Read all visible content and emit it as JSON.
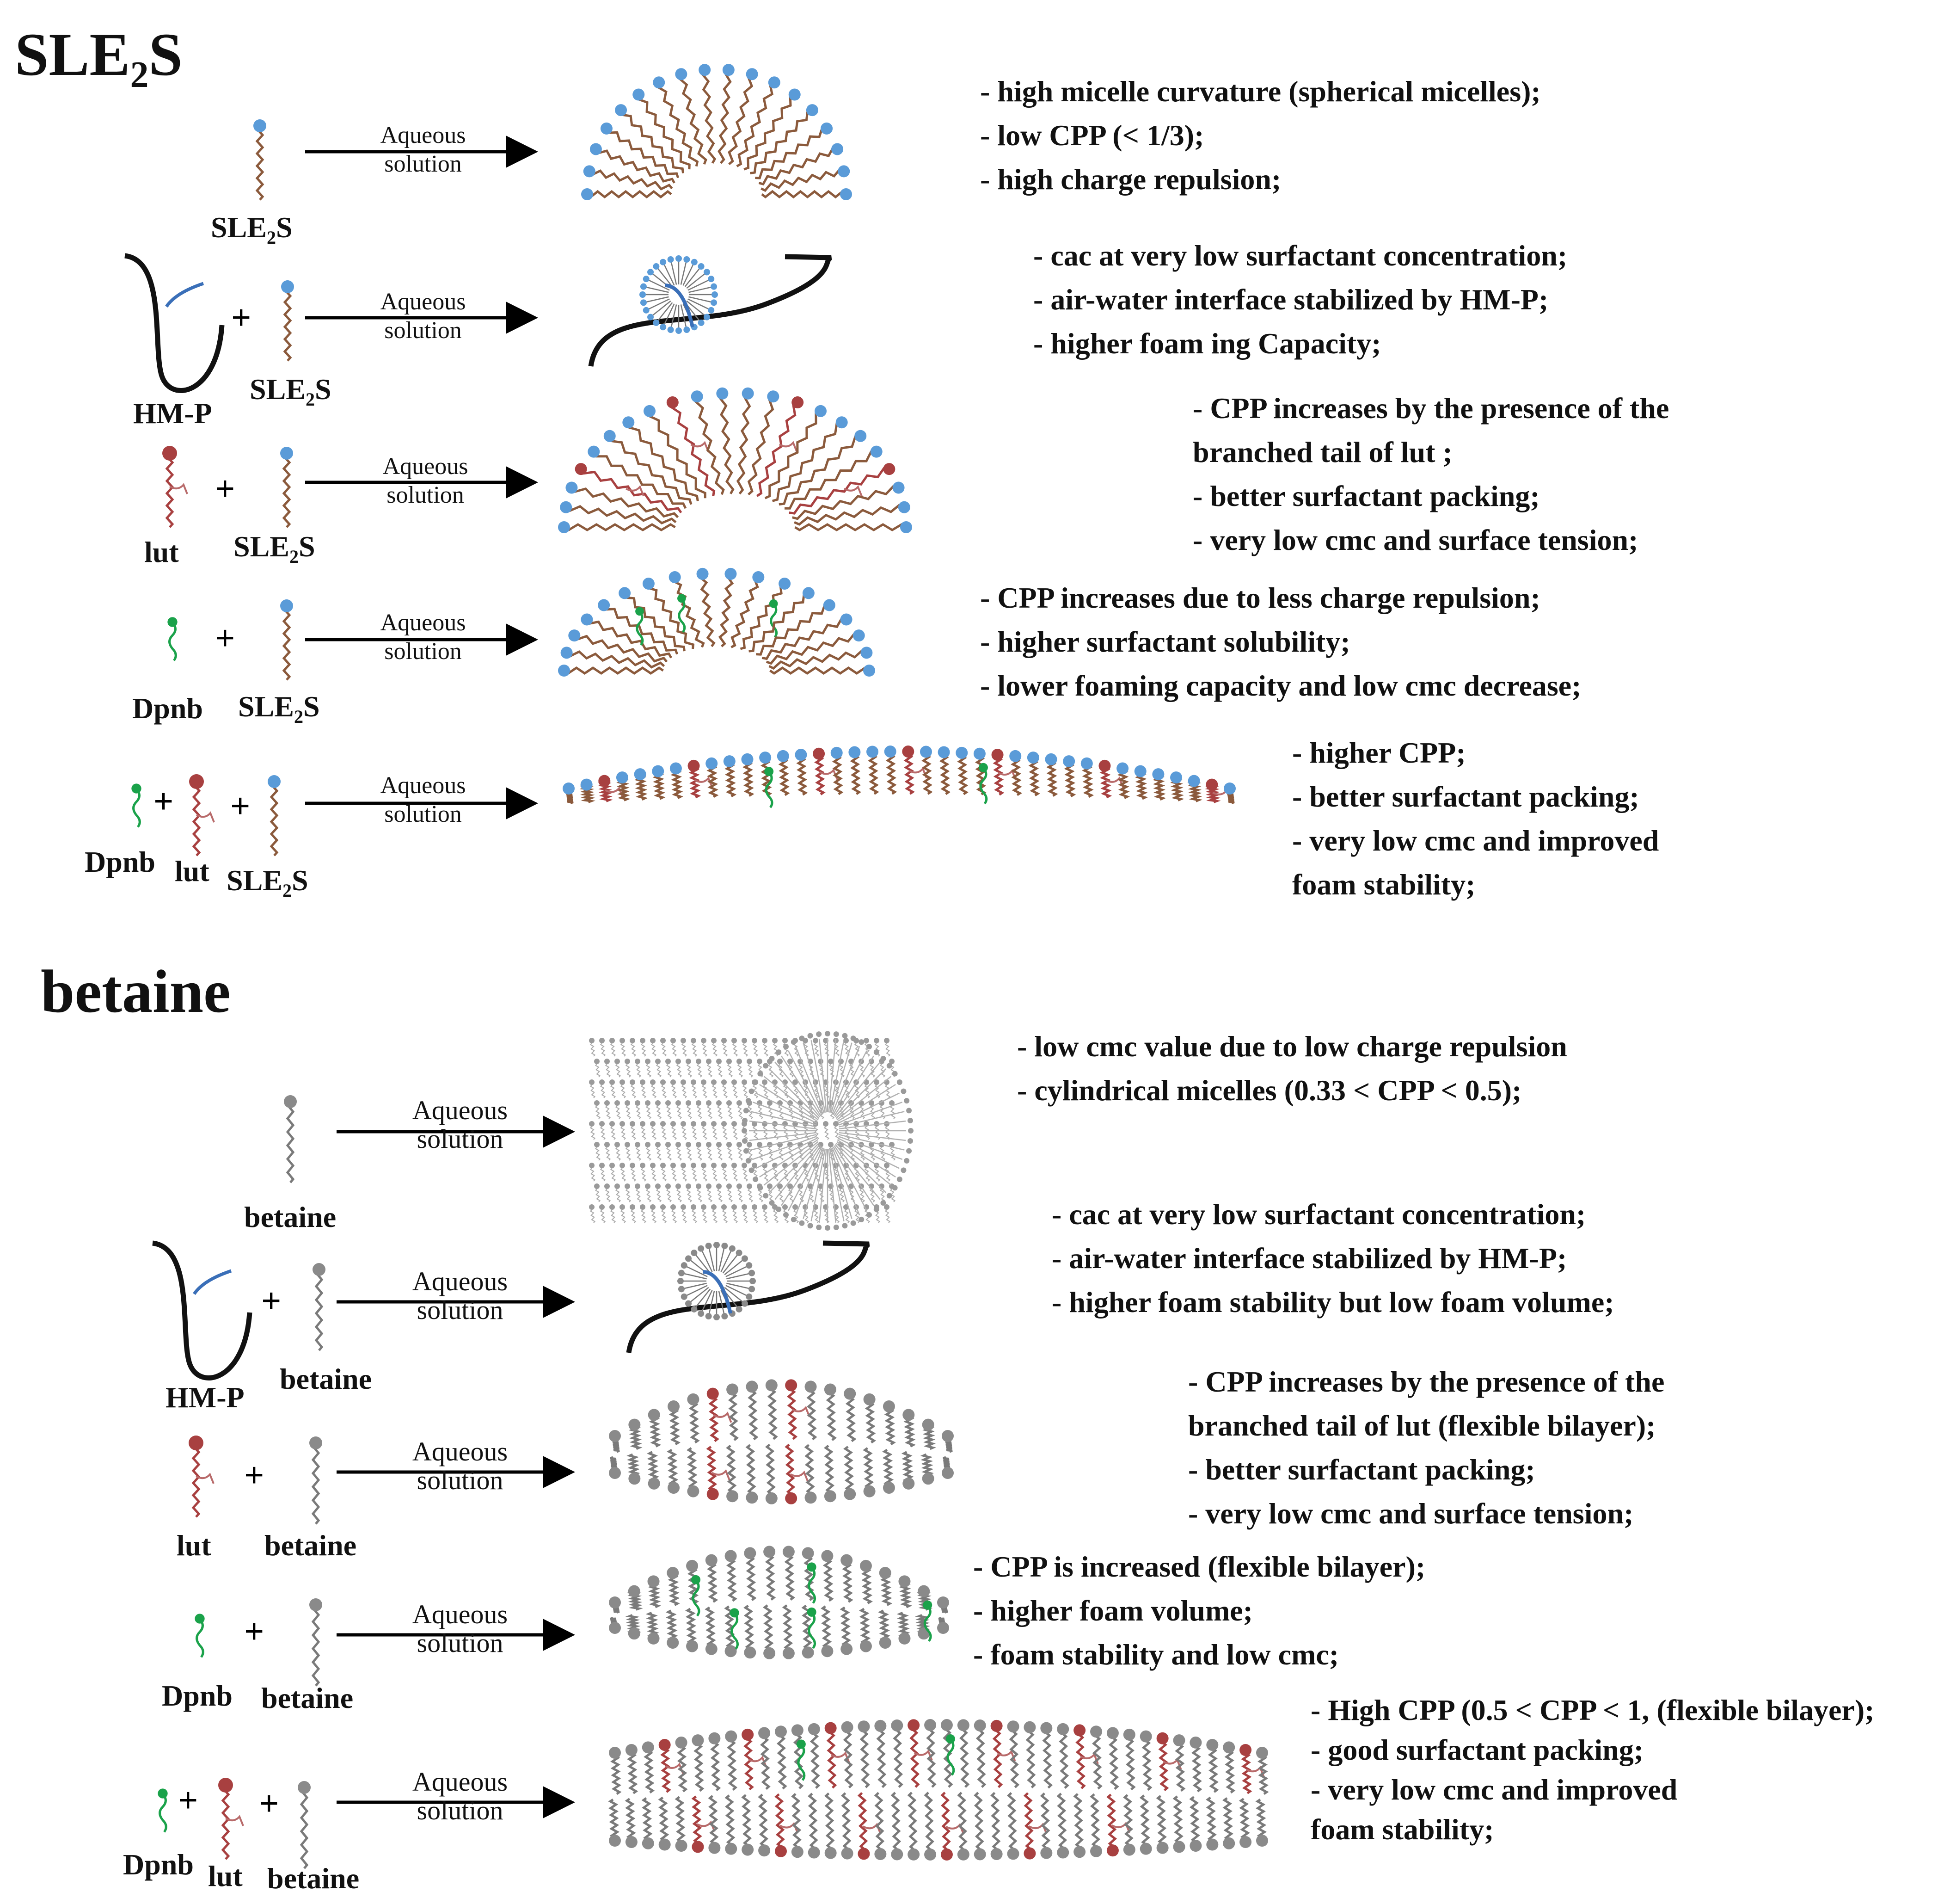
{
  "sections": [
    {
      "title_main": "SLE",
      "title_sub": "2",
      "title_end": "S",
      "rows": [
        {
          "labels": [
            {
              "main": "SLE",
              "sub": "2",
              "end": "S"
            }
          ],
          "arrow": {
            "line1": "Aqueous",
            "line2": "solution"
          },
          "desc": [
            "- high  micelle  curvature (spherical micelles);",
            "- low CPP  (< 1/3);",
            "- high charge repulsion;"
          ]
        },
        {
          "labels": [
            {
              "main": "HM-P",
              "sub": "",
              "end": ""
            },
            {
              "main": "SLE",
              "sub": "2",
              "end": "S"
            }
          ],
          "plus": "+",
          "arrow": {
            "line1": "Aqueous",
            "line2": "solution"
          },
          "desc": [
            "- cac at very low   surfactant  concentration;",
            "- air-water interface   stabilized by HM-P;",
            "- higher foam ing  Capacity;"
          ]
        },
        {
          "labels": [
            {
              "main": "lut",
              "sub": "",
              "end": ""
            },
            {
              "main": "SLE",
              "sub": "2",
              "end": "S"
            }
          ],
          "plus": "+",
          "arrow": {
            "line1": "Aqueous",
            "line2": "solution"
          },
          "desc": [
            "- CPP increases  by  the presence of   the",
            "branched   tail  of lut ;",
            "- better surfactant packing;",
            "- very  low cmc and surface tension;"
          ]
        },
        {
          "labels": [
            {
              "main": "Dpnb",
              "sub": "",
              "end": ""
            },
            {
              "main": "SLE",
              "sub": "2",
              "end": "S"
            }
          ],
          "plus": "+",
          "arrow": {
            "line1": "Aqueous",
            "line2": "solution"
          },
          "desc": [
            "- CPP  increases  due to less charge repulsion;",
            "- higher surfactant solubility;",
            "- lower foaming capacity and   low  cmc decrease;"
          ]
        },
        {
          "labels": [
            {
              "main": "Dpnb",
              "sub": "",
              "end": ""
            },
            {
              "main": "lut",
              "sub": "",
              "end": ""
            },
            {
              "main": "SLE",
              "sub": "2",
              "end": "S"
            }
          ],
          "plus": "+",
          "arrow": {
            "line1": "Aqueous",
            "line2": "solution"
          },
          "desc": [
            "- higher  CPP;",
            "- better surfactant packing;",
            "- very low cmc and improved",
            "foam stability;"
          ]
        }
      ]
    },
    {
      "title_main": "betaine",
      "rows": [
        {
          "labels": [
            {
              "main": "betaine"
            }
          ],
          "arrow": {
            "line1": "Aqueous",
            "line2": "solution"
          },
          "desc": [
            "- low cmc value due to low charge repulsion",
            "- cylindrical micelles (0.33 < CPP < 0.5);"
          ]
        },
        {
          "labels": [
            {
              "main": "HM-P"
            },
            {
              "main": "betaine"
            }
          ],
          "plus": "+",
          "arrow": {
            "line1": "Aqueous",
            "line2": "solution"
          },
          "desc": [
            "- cac at very low surfactant concentration;",
            "- air-water interface stabilized by HM-P;",
            "- higher  foam stability but low foam volume;"
          ]
        },
        {
          "labels": [
            {
              "main": "lut"
            },
            {
              "main": "betaine"
            }
          ],
          "plus": "+",
          "arrow": {
            "line1": "Aqueous",
            "line2": "solution"
          },
          "desc": [
            "- CPP increases   by the presence  of the",
            "branched tail   of lut (flexible bilayer);",
            "- better  surfactant packing;",
            "- very low cmc and surface tension;"
          ]
        },
        {
          "labels": [
            {
              "main": "Dpnb"
            },
            {
              "main": "betaine"
            }
          ],
          "plus": "+",
          "arrow": {
            "line1": "Aqueous",
            "line2": "solution"
          },
          "desc": [
            "- CPP  is increased (flexible bilayer);",
            "- higher  foam volume;",
            "- foam stability and low cmc;"
          ]
        },
        {
          "labels": [
            {
              "main": "Dpnb"
            },
            {
              "main": "lut"
            },
            {
              "main": "betaine"
            }
          ],
          "plus": "+",
          "arrow": {
            "line1": "Aqueous",
            "line2": "solution"
          },
          "desc": [
            "- High CPP (0.5 < CPP < 1, (flexible bilayer);",
            "- good surfactant packing;",
            "- very low cmc and improved",
            "foam stability;"
          ]
        }
      ]
    }
  ],
  "colors": {
    "sle_head": "#5a9bd8",
    "sle_tail": "#8b5a3c",
    "betaine_head": "#8a8a8a",
    "betaine_tail": "#7a7a7a",
    "lut_head": "#a84040",
    "lut_tail": "#b86a6a",
    "dpnb": "#1aa24a",
    "polymer": "#111111",
    "polymer_hydrophobe": "#3a6fb8"
  }
}
